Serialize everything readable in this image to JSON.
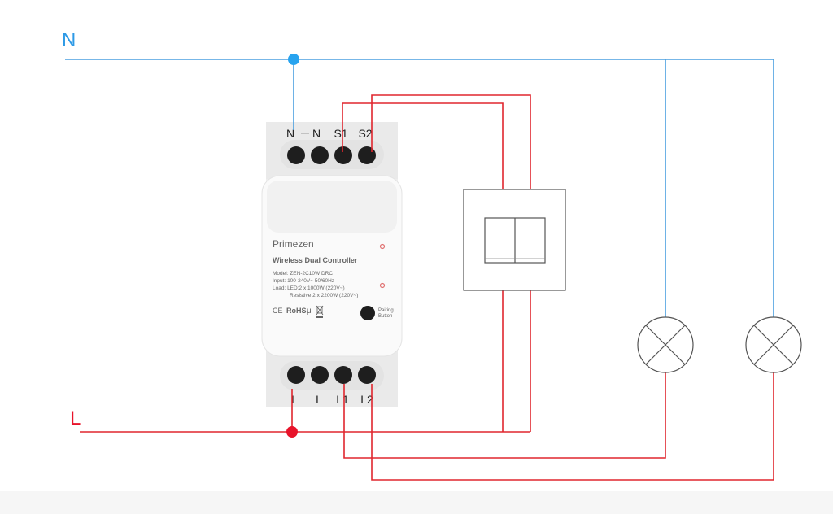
{
  "buses": {
    "neutral_label": "N",
    "live_label": "L"
  },
  "colors": {
    "neutral": "#4a9fe0",
    "live": "#e0262e"
  },
  "device": {
    "top_terminals": [
      "N",
      "N",
      "S1",
      "S2"
    ],
    "bottom_terminals": [
      "L",
      "L",
      "L1",
      "L2"
    ],
    "brand": "Primezen",
    "title": "Wireless Dual Controller",
    "specs": [
      "Model: ZEN-2C10W DRC",
      "Input: 100-240V~  50/60Hz",
      "Load: LED:2 x 1000W (220V~)",
      "Resistive 2 x 2200W (220V~)"
    ],
    "certifications": [
      "CE",
      "RoHS"
    ],
    "pairing_button_label": [
      "Pairing",
      "Button"
    ]
  }
}
